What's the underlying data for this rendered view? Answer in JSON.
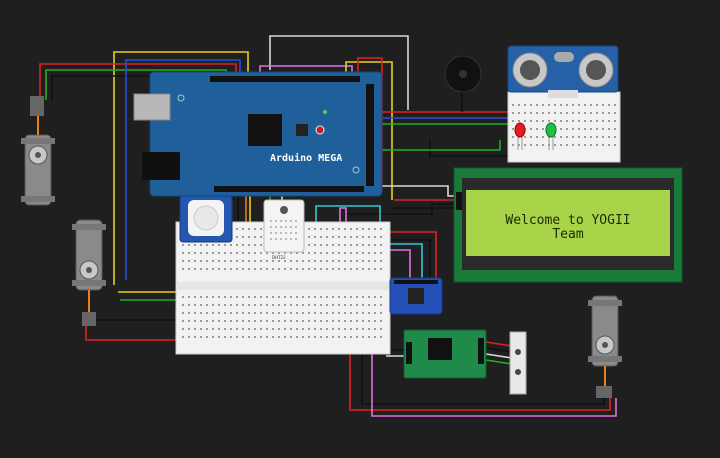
{
  "arduino": {
    "label": "Arduino MEGA"
  },
  "lcd": {
    "line1": "Welcome to YOGII",
    "line2": "Team"
  },
  "dht": {
    "label": "DHT22"
  },
  "colors": {
    "background": "#1f1f1f",
    "board_blue": "#1f5f9a",
    "lcd_green": "#a8d44a",
    "lcd_bezel": "#1a7a3a",
    "hx711_green": "#1f8a4a",
    "wire_red": "#e02020",
    "wire_green": "#20b020",
    "wire_yellow": "#e8d020",
    "wire_blue": "#2050e0",
    "wire_pink": "#e070e0",
    "wire_cyan": "#30c8d8",
    "wire_white": "#d8d8d8",
    "wire_black": "#101010"
  },
  "components": [
    "servo-left-top",
    "servo-left-bottom",
    "servo-right",
    "arduino-mega",
    "buzzer",
    "ultrasonic-sensor",
    "led-red",
    "led-green",
    "breadboard-small",
    "breadboard-main",
    "pir-sensor",
    "dht22-sensor",
    "lcd-display",
    "accelerometer-module",
    "hx711-module",
    "load-cell"
  ]
}
